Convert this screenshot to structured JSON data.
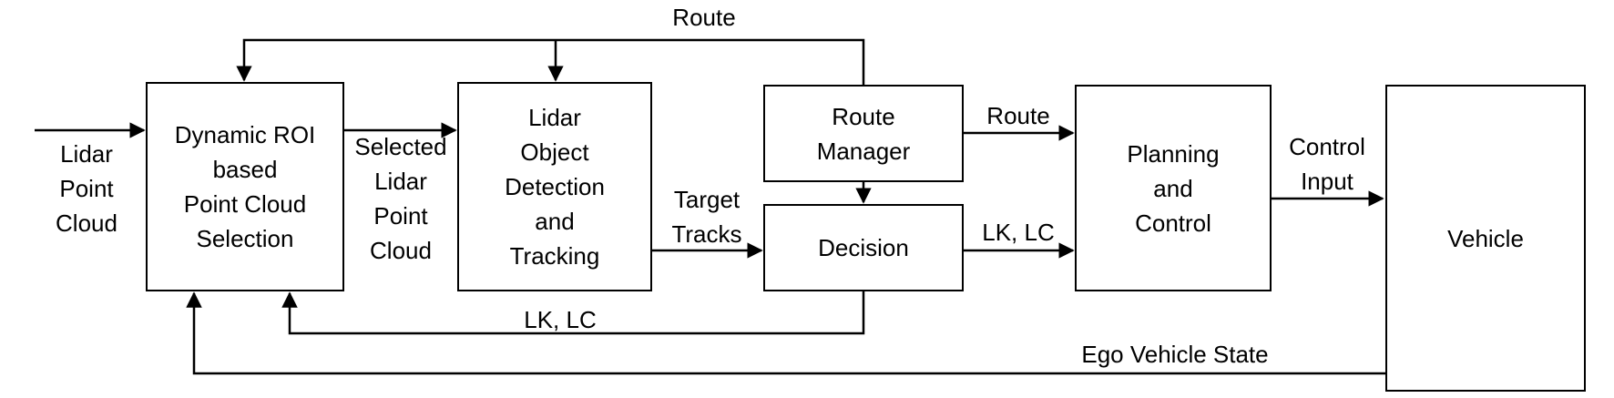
{
  "blocks": {
    "roi": "Dynamic ROI\nbased\nPoint Cloud\nSelection",
    "detection": "Lidar\nObject\nDetection\nand\nTracking",
    "route_manager": "Route\nManager",
    "decision": "Decision",
    "planning": "Planning\nand\nControl",
    "vehicle": "Vehicle"
  },
  "signals": {
    "lidar_input": "Lidar\nPoint\nCloud",
    "selected_cloud": "Selected\nLidar\nPoint\nCloud",
    "route_top": "Route",
    "target_tracks": "Target\nTracks",
    "route_to_planning": "Route",
    "lk_lc_to_planning": "LK, LC",
    "lk_lc_feedback": "LK, LC",
    "control_input": "Control\nInput",
    "ego_state": "Ego Vehicle State"
  }
}
